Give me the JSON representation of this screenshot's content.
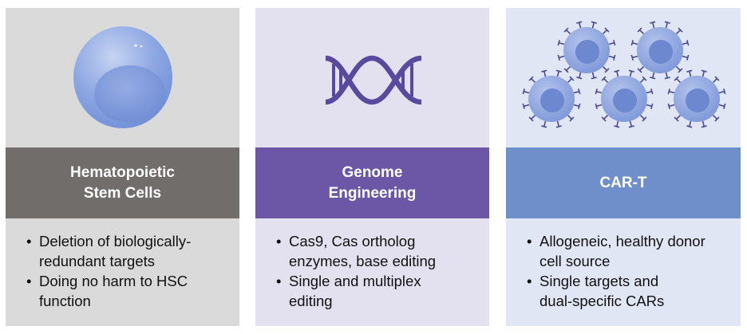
{
  "panels": [
    {
      "title": "Hematopoietic\nStem Cells",
      "icon": "stem-cell-icon",
      "colors": {
        "image_bg": "#dadada",
        "band": "#706d6b",
        "text_bg": "#dadada"
      },
      "bullets": [
        "Deletion of biologically-\nredundant targets",
        "Doing no harm to HSC\nfunction"
      ]
    },
    {
      "title": "Genome\nEngineering",
      "icon": "dna-icon",
      "colors": {
        "image_bg": "#e3e1f0",
        "band": "#6b57a6",
        "text_bg": "#e3e1f0"
      },
      "bullets": [
        "Cas9, Cas ortholog\nenzymes, base editing",
        "Single and multiplex\nediting"
      ]
    },
    {
      "title": "CAR-T",
      "icon": "car-t-cells-icon",
      "colors": {
        "image_bg": "#e0e6f3",
        "band": "#6e8fca",
        "text_bg": "#e0e6f3"
      },
      "bullets": [
        "Allogeneic, healthy donor\ncell source",
        "Single targets and\ndual-specific CARs"
      ]
    }
  ]
}
